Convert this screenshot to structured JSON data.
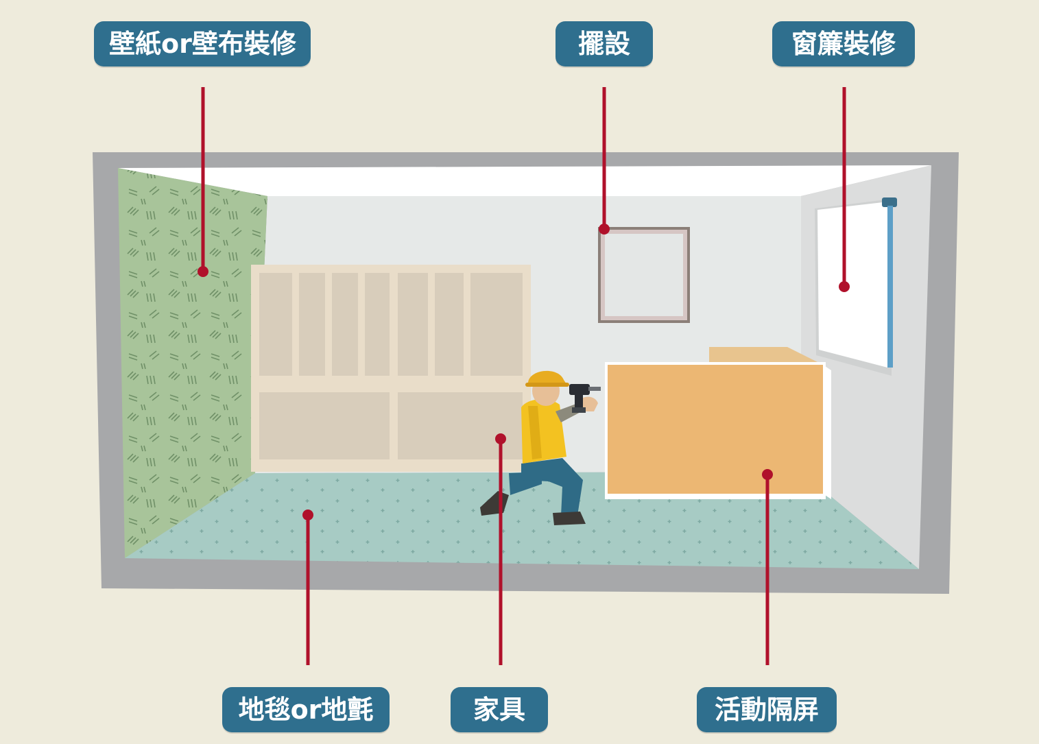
{
  "labels": {
    "wallpaper": "壁紙or壁布裝修",
    "decor": "擺設",
    "curtain": "窗簾裝修",
    "carpet": "地毯or地氈",
    "furniture": "家具",
    "partition": "活動隔屏"
  },
  "colors": {
    "background": "#eeebdc",
    "label_bg": "#2f6f8e",
    "label_text": "#ffffff",
    "leader_line": "#b0112b",
    "room_frame": "#a7a8aa",
    "ceiling": "#ffffff",
    "back_wall": "#e6e9e8",
    "side_wall_right": "#dcdddd",
    "wallpaper": "#a8c49a",
    "carpet": "#a7cbc4",
    "bookshelf": "#e9ddc9",
    "partition": "#ecb773",
    "worker_vest": "#f3c221",
    "worker_pants": "#2f6b86"
  },
  "icons": {
    "worker": "worker-with-drill-icon",
    "frame": "picture-frame-icon",
    "blind": "roller-blind-icon"
  }
}
